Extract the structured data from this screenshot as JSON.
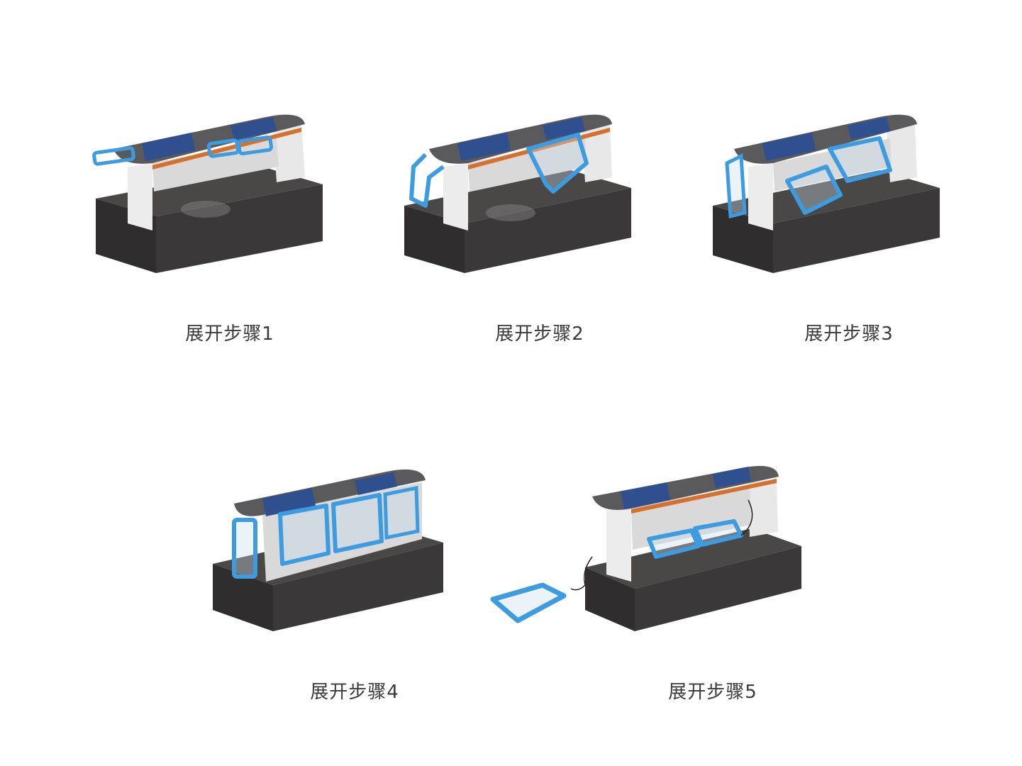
{
  "steps": [
    {
      "label": "展开步骤1"
    },
    {
      "label": "展开步骤2"
    },
    {
      "label": "展开步骤3"
    },
    {
      "label": "展开步骤4"
    },
    {
      "label": "展开步骤5"
    }
  ],
  "colors": {
    "background": "#ffffff",
    "base": "#4a4747",
    "base_side": "#2f2d2d",
    "wall": "#ececec",
    "roof": "#5a5a5c",
    "solar_panel": "#2f4f8f",
    "trim": "#d5712e",
    "frame": "#3d9be0",
    "caption": "#3a3a3a"
  }
}
